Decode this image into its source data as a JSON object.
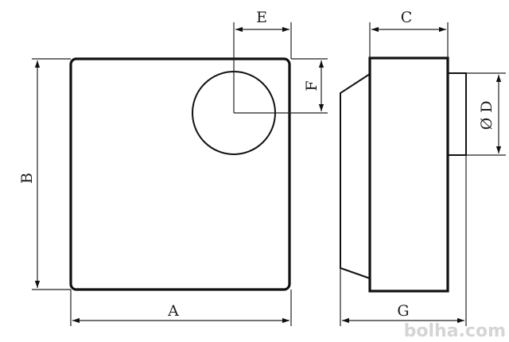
{
  "labels": {
    "a": "A",
    "b": "B",
    "c": "C",
    "d": "Ø D",
    "e": "E",
    "f": "F",
    "g": "G"
  },
  "watermark": "bolha.com"
}
